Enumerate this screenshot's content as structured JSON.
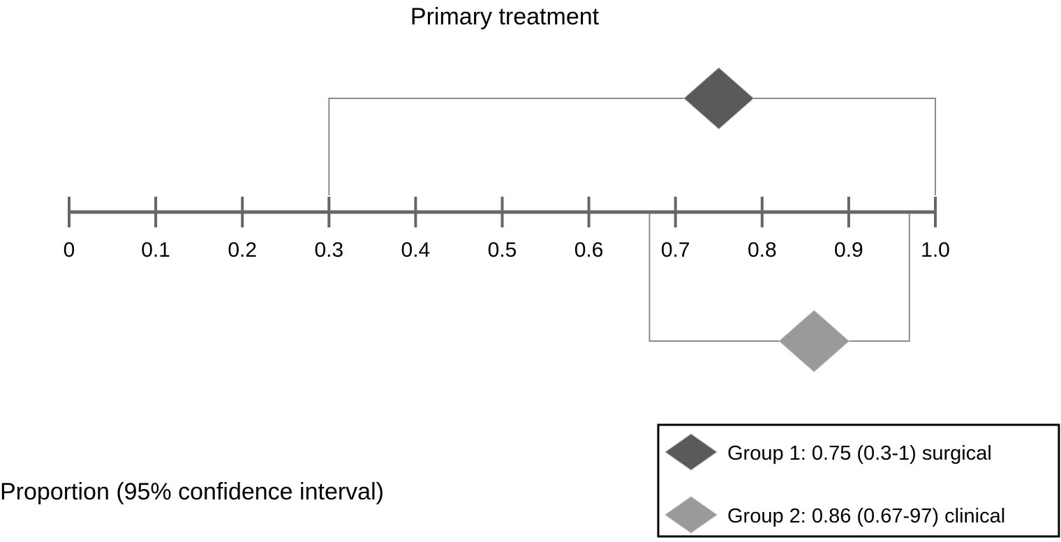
{
  "chart_data": {
    "type": "forest",
    "title": "Primary treatment",
    "xlabel": "Proportion (95% confidence interval)",
    "xlim": [
      0,
      1.0
    ],
    "ticks": [
      0,
      0.1,
      0.2,
      0.3,
      0.4,
      0.5,
      0.6,
      0.7,
      0.8,
      0.9,
      1.0
    ],
    "tick_labels": [
      "0",
      "0.1",
      "0.2",
      "0.3",
      "0.4",
      "0.5",
      "0.6",
      "0.7",
      "0.8",
      "0.9",
      "1.0"
    ],
    "series": [
      {
        "name": "Group 1: 0.75 (0.3-1) surgical",
        "estimate": 0.75,
        "ci_low": 0.3,
        "ci_high": 1.0,
        "color": "#5a5a5a",
        "position": "above"
      },
      {
        "name": "Group 2: 0.86 (0.67-97) clinical",
        "estimate": 0.86,
        "ci_low": 0.67,
        "ci_high": 0.97,
        "color": "#9a9a9a",
        "position": "below"
      }
    ],
    "legend_position": "bottom-right",
    "axis_color": "#666666",
    "bracket_color": "#8a8a8a",
    "grid": false
  }
}
